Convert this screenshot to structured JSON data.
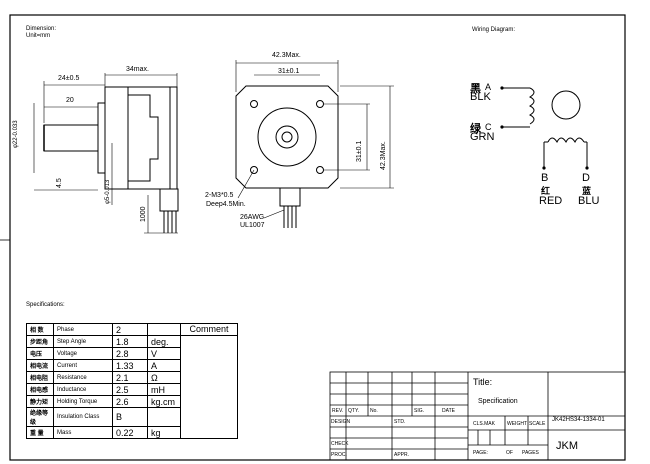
{
  "dimension_note": {
    "line1": "Dimension:",
    "line2": "Unit=mm"
  },
  "wiring_title": "Wiring Diagram:",
  "dims": {
    "d_24": "24±0.5",
    "d_34": "34max.",
    "d_20": "20",
    "d_22": "φ22-0.033",
    "d_45": "4.5",
    "d_5": "φ5-0.013",
    "d_1000": "1000",
    "d_423max": "42.3Max.",
    "d_31": "31±0.1",
    "d_31v": "31±0.1",
    "d_423v": "42.3Max.",
    "screw_a": "2-M3*0.5",
    "screw_b": "Deep4.5Min.",
    "awg_a": "26AWG",
    "awg_b": "UL1007"
  },
  "wires": {
    "a_zh": "黑",
    "a_letter": "A",
    "a_en": "BLK",
    "c_zh": "绿",
    "c_letter": "C",
    "c_en": "GRN",
    "b_letter": "B",
    "b_zh": "红",
    "b_en": "RED",
    "d_letter": "D",
    "d_zh": "蓝",
    "d_en": "BLU"
  },
  "spec_title": "Specifications:",
  "spec_header": {
    "comment": "Comment"
  },
  "specs": [
    {
      "zh": "相 数",
      "en": "Phase",
      "value": "2",
      "unit": ""
    },
    {
      "zh": "步距角",
      "en": "Step Angle",
      "value": "1.8",
      "unit": "deg."
    },
    {
      "zh": "电压",
      "en": "Voltage",
      "value": "2.8",
      "unit": "V"
    },
    {
      "zh": "相电流",
      "en": "Current",
      "value": "1.33",
      "unit": "A"
    },
    {
      "zh": "相电阻",
      "en": "Resistance",
      "value": "2.1",
      "unit": "Ω"
    },
    {
      "zh": "相电感",
      "en": "Inductance",
      "value": "2.5",
      "unit": "mH"
    },
    {
      "zh": "静力矩",
      "en": "Holding Torque",
      "value": "2.6",
      "unit": "kg.cm"
    },
    {
      "zh": "绝缘等级",
      "en": "Insulation Class",
      "value": "B",
      "unit": ""
    },
    {
      "zh": "重 量",
      "en": "Mass",
      "value": "0.22",
      "unit": "kg"
    }
  ],
  "title_block": {
    "title_label": "Title:",
    "title_value": "Specification",
    "rev": "REV.",
    "qty": "QTY.",
    "no": "No.",
    "sig": "SIG.",
    "date": "DATE",
    "design": "DESIGN",
    "std": "STD.",
    "cls_mak": "CLS.MAK",
    "weight": "WEIGHT",
    "scale": "SCALE",
    "part_no": "JK42HS34-1334-01",
    "check": "CHECK",
    "proc": "PROC.",
    "appr": "APPR.",
    "page": "PAGE:",
    "of": "OF",
    "pages": "PAGES",
    "company": "JKM"
  }
}
